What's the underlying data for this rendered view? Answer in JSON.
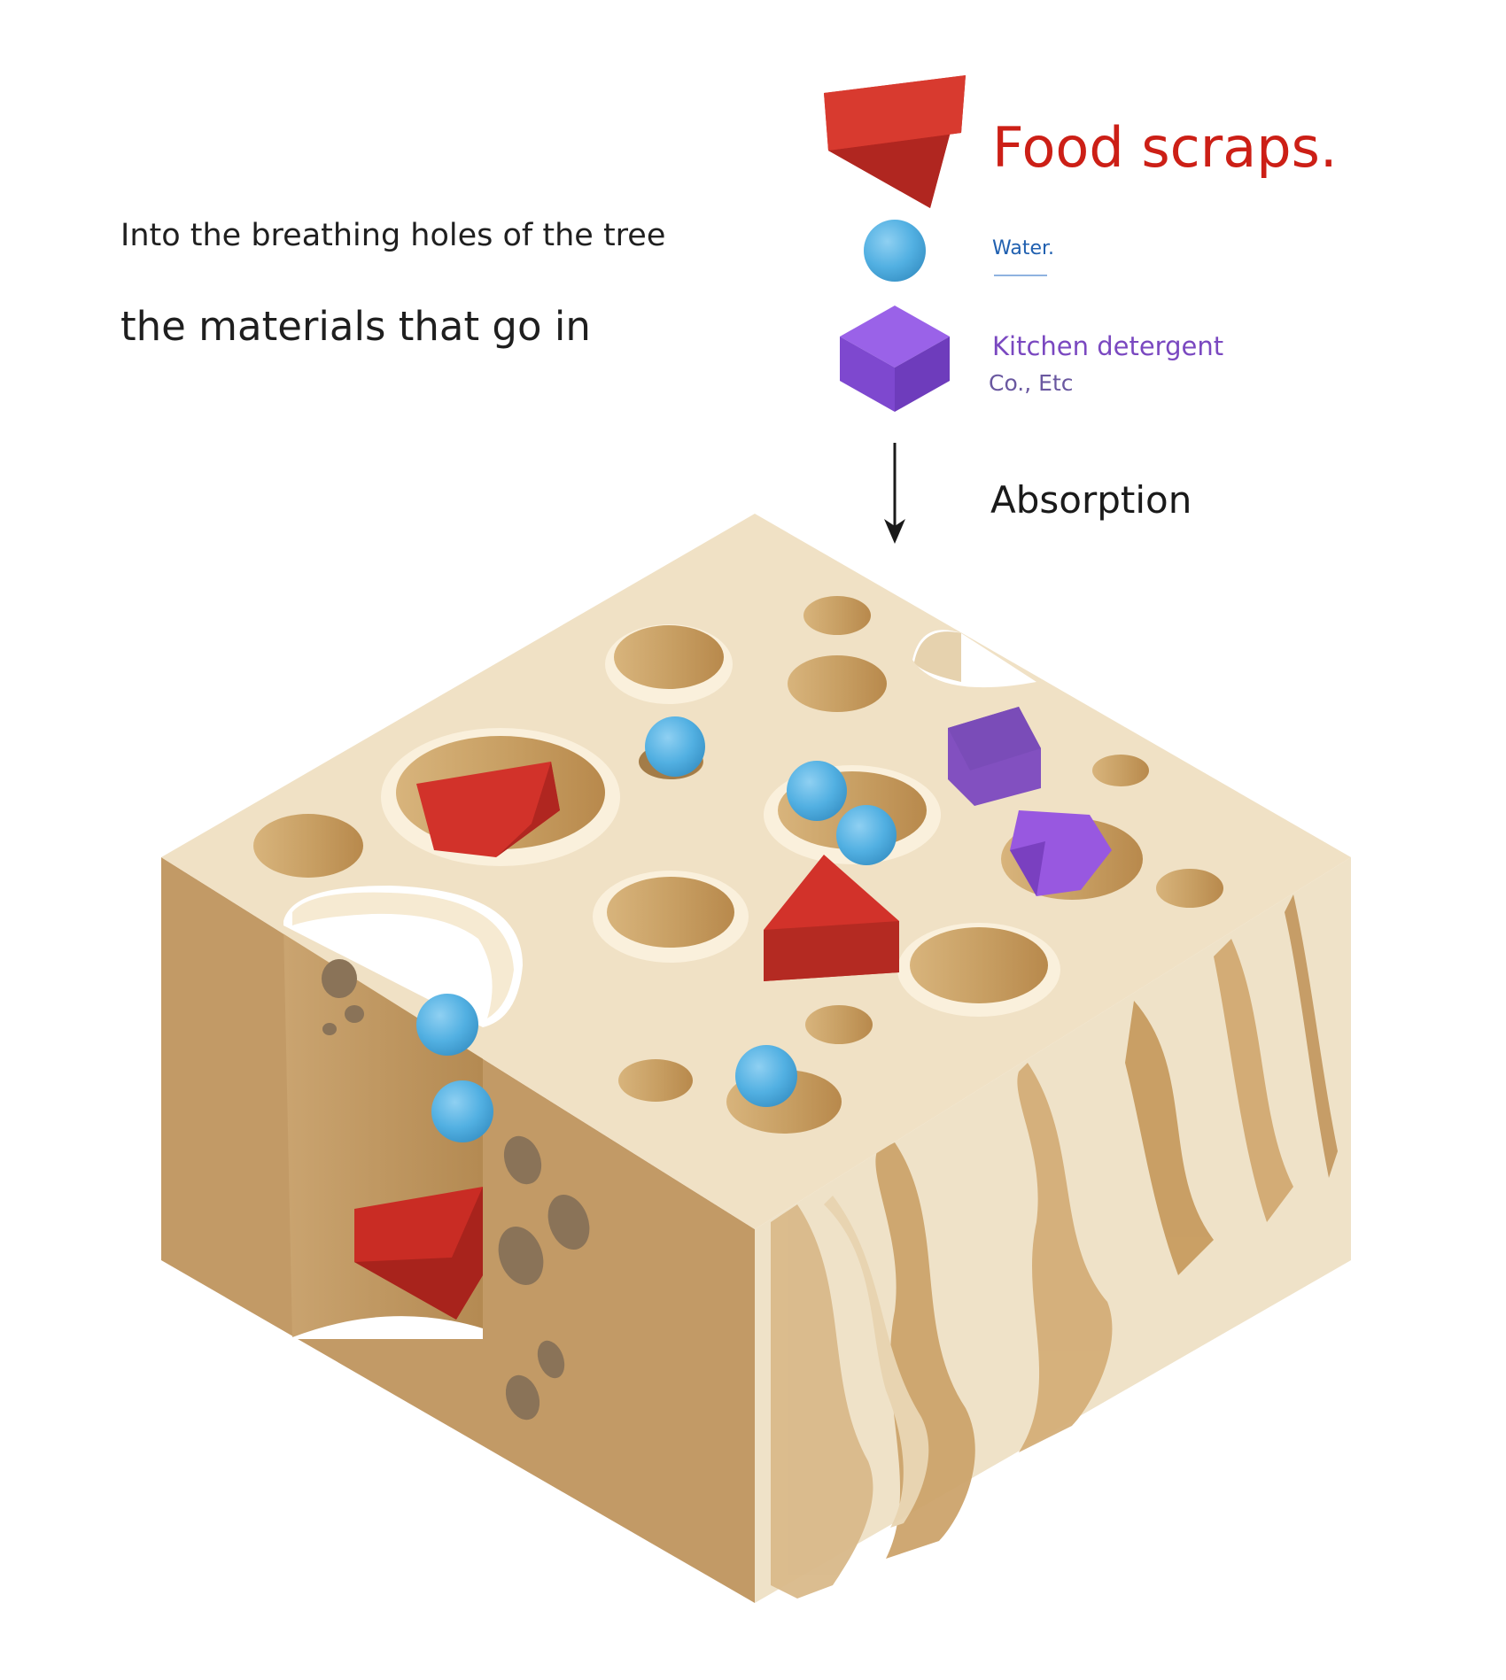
{
  "intro": {
    "line1": "Into the breathing holes of the tree",
    "line2": "the materials that go in"
  },
  "legend": {
    "food": {
      "label": "Food scraps.",
      "color": "#cc1f16",
      "icon": "red-wedge-icon"
    },
    "water": {
      "label": "Water.",
      "color": "#2060b0",
      "icon": "blue-sphere-icon"
    },
    "detergent": {
      "label": "Kitchen detergent",
      "sub_label": "Co., Etc",
      "color": "#7a48c0",
      "sub_color": "#6a58a0",
      "icon": "purple-cube-icon"
    }
  },
  "flow": {
    "label": "Absorption",
    "icon": "down-arrow-icon"
  },
  "illustration": {
    "subject": "porous wood block",
    "icon": "wood-block-icon"
  }
}
